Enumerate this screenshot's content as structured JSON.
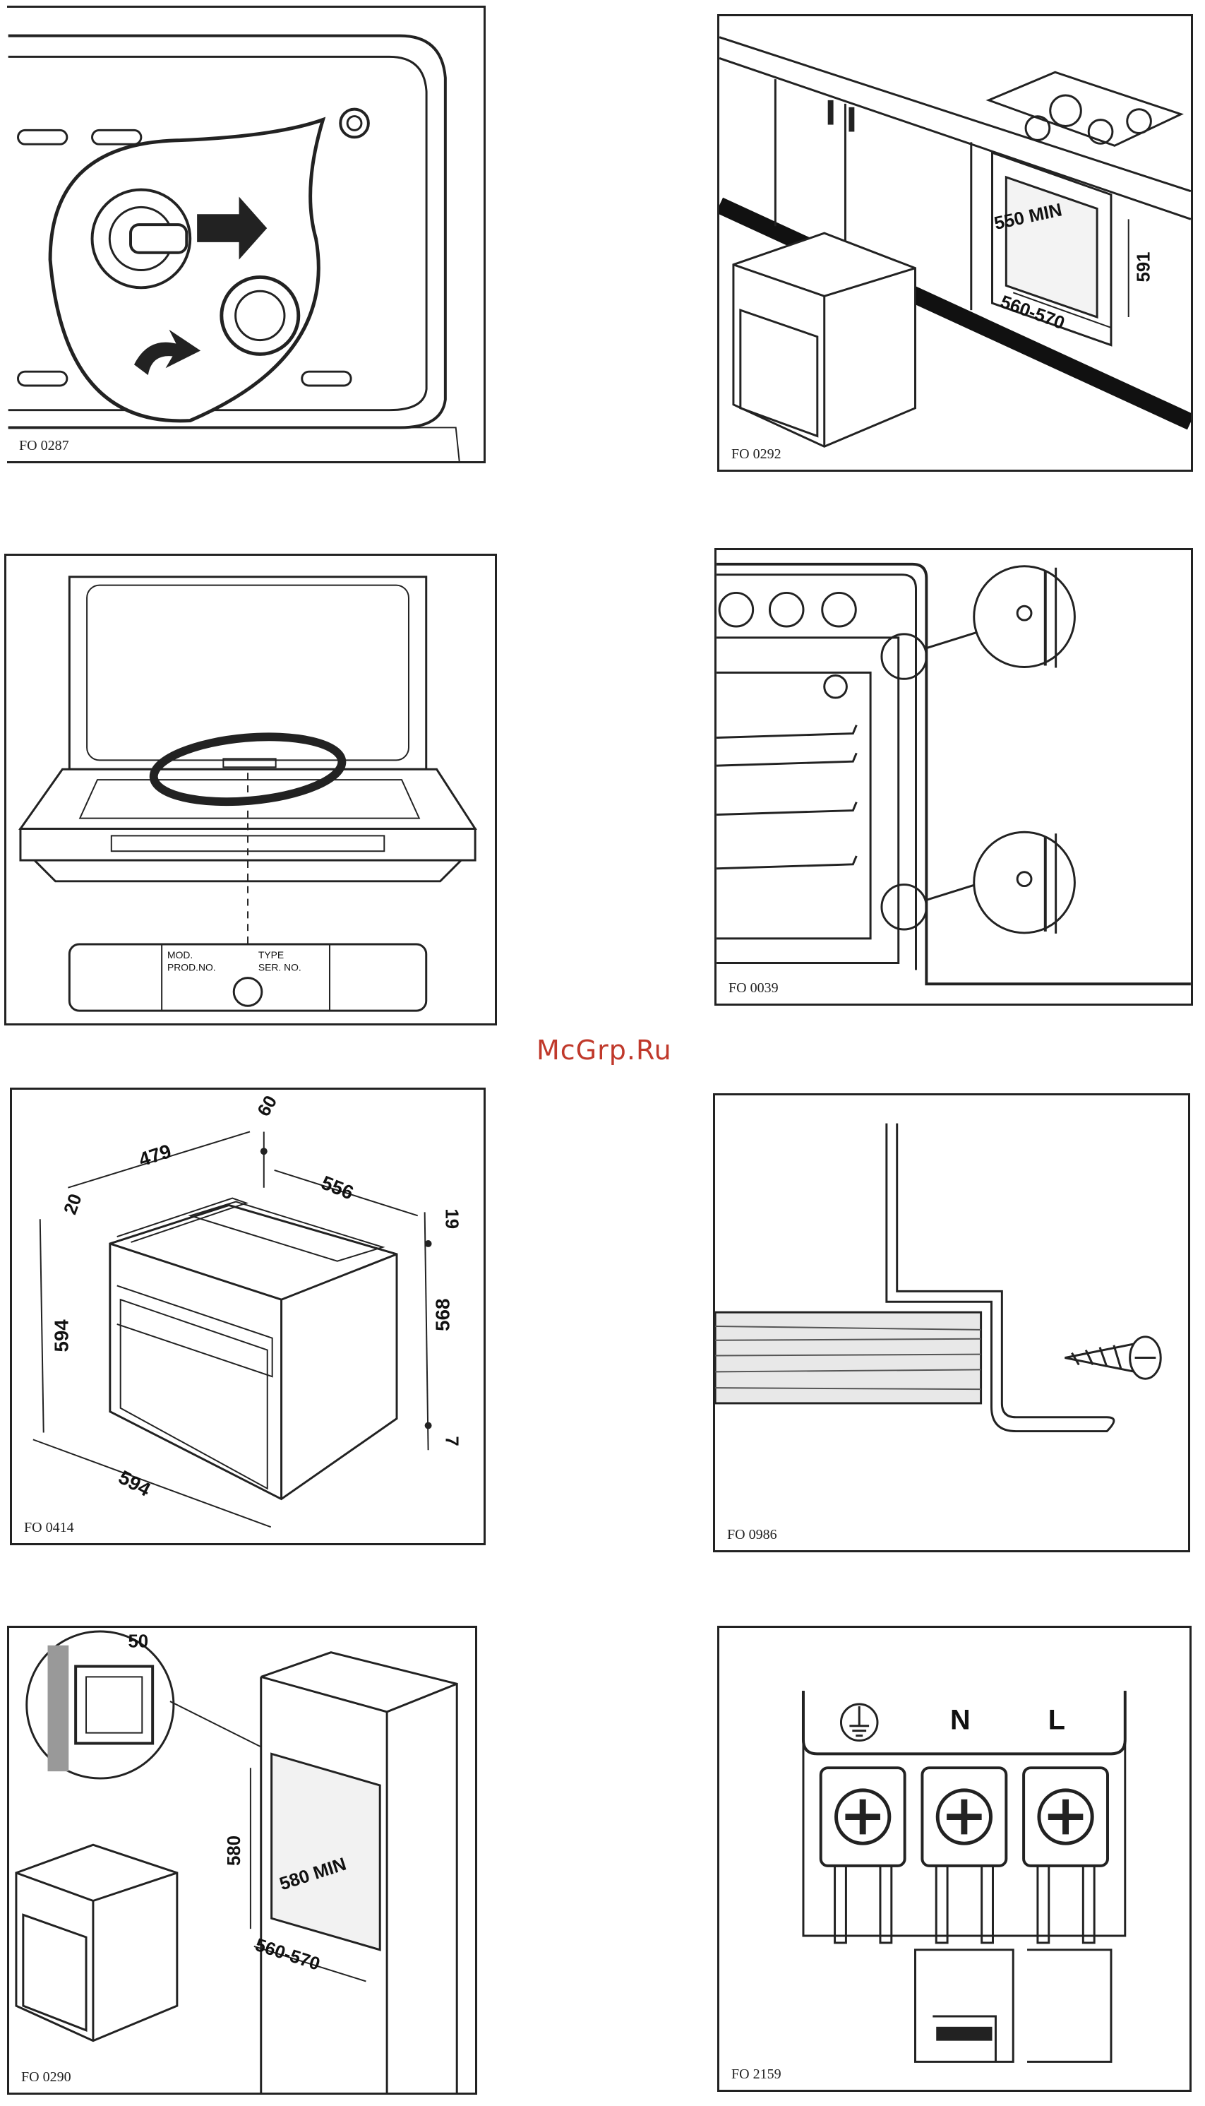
{
  "watermark": "McGrp.Ru",
  "figures": {
    "lamp": {
      "code": "FO 0287"
    },
    "cabinet_install": {
      "code": "FO 0292",
      "dims": [
        "550 MIN",
        "591",
        "560-570"
      ]
    },
    "rating_plate": {
      "code": "",
      "plate": {
        "mod": "MOD.",
        "prod_no": "PROD.NO.",
        "type": "TYPE",
        "ser_no": "SER. NO."
      }
    },
    "side_screws": {
      "code": "FO 0039"
    },
    "dimensions": {
      "code": "FO 0414",
      "dims": [
        "60",
        "479",
        "20",
        "556",
        "19",
        "594",
        "568",
        "7",
        "594"
      ]
    },
    "bracket_screw": {
      "code": "FO 0986"
    },
    "column_install": {
      "code": "FO 0290",
      "dims": [
        "50",
        "580",
        "580 MIN",
        "560-570"
      ]
    },
    "terminal_block": {
      "code": "FO 2159",
      "labels": [
        "N",
        "L"
      ]
    }
  }
}
